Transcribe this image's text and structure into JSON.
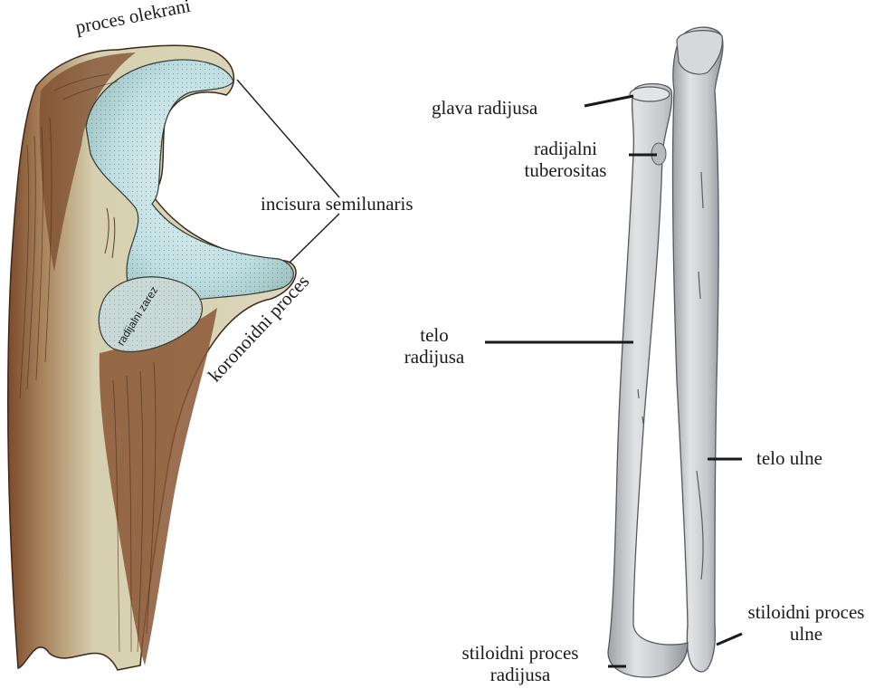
{
  "left_figure": {
    "labels": {
      "olecranon": "proces olekrani",
      "semilunar_notch": "incisura semilunaris",
      "coronoid": "koronoidni proces",
      "radial_notch": "radijalni zarez"
    }
  },
  "right_figure": {
    "labels": {
      "radius_head": "glava radijusa",
      "radial_tuberosity_1": "radijalni",
      "radial_tuberosity_2": "tuberositas",
      "radius_body_1": "telo",
      "radius_body_2": "radijusa",
      "ulna_body": "telo ulne",
      "radius_styloid_1": "stiloidni proces",
      "radius_styloid_2": "radijusa",
      "ulna_styloid_1": "stiloidni proces",
      "ulna_styloid_2": "ulne"
    }
  },
  "colors": {
    "bone_shaft": "#d8d3b4",
    "bone_shadow": "#7a4a2a",
    "cartilage": "#c9e3e6",
    "radius_ulna": "#c7c9cc",
    "leader_line": "#1a1a1a"
  }
}
